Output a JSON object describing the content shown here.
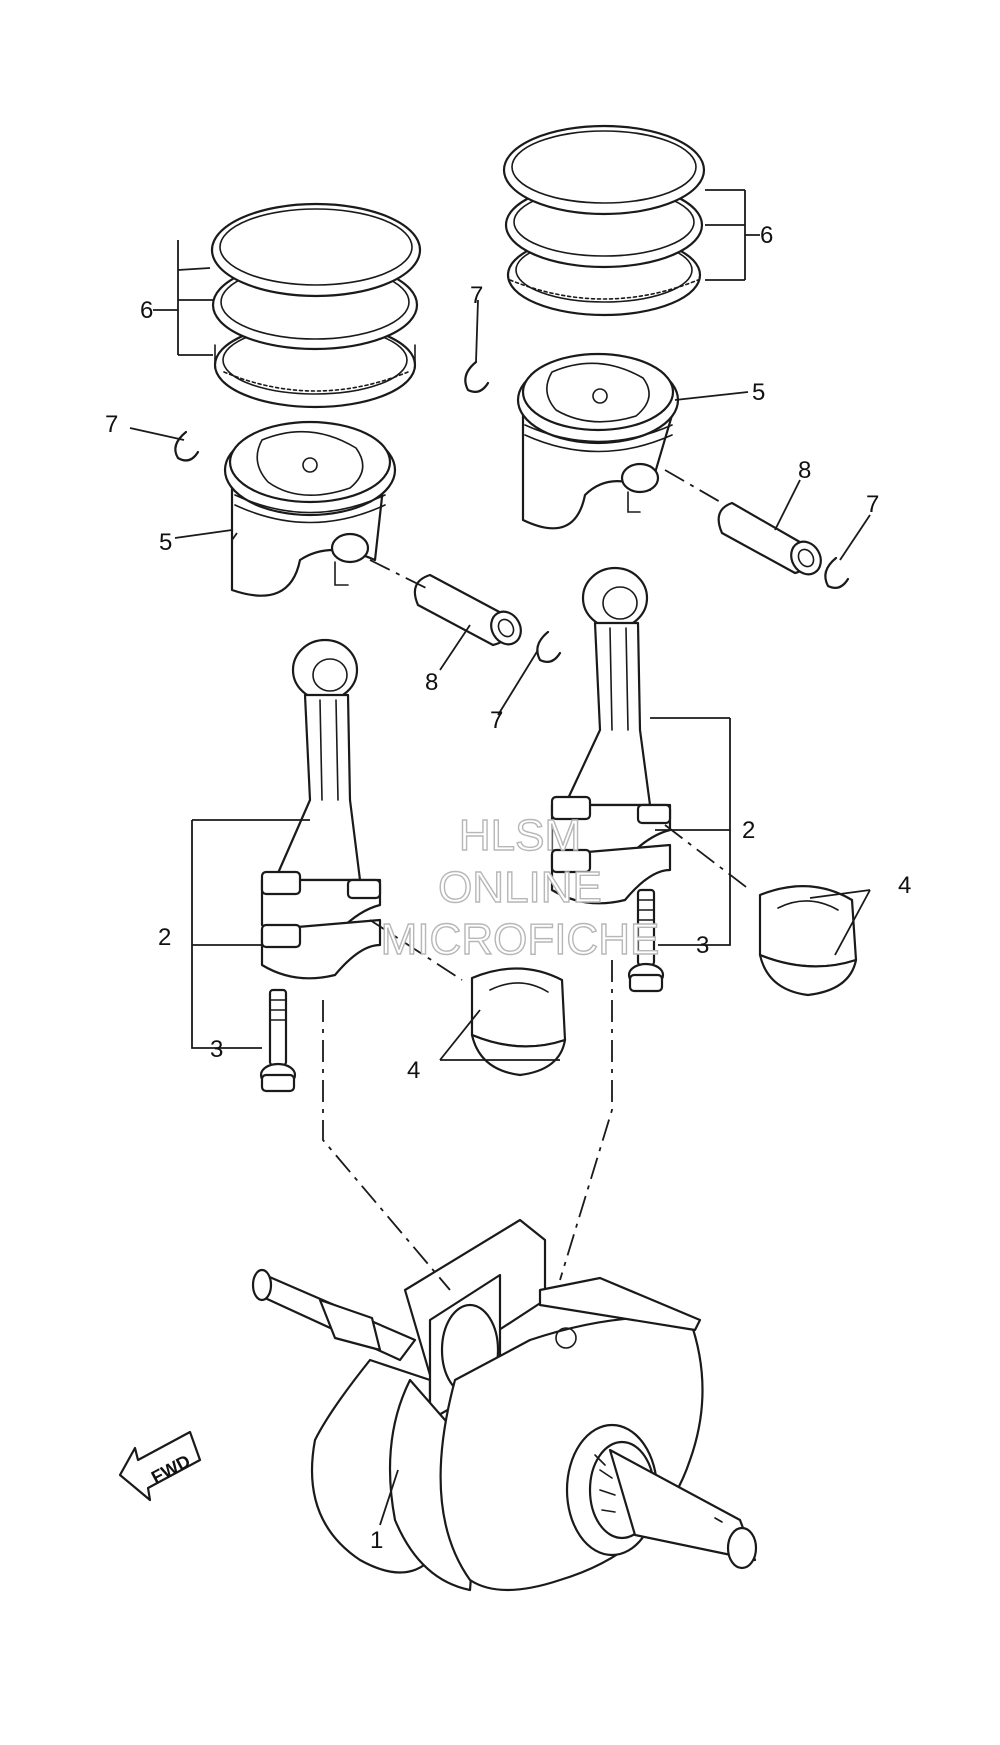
{
  "watermark": {
    "line1": "HLSM",
    "line2": "ONLINE",
    "line3": "MICROFICHE"
  },
  "fwd_label": "FWD",
  "callouts": [
    {
      "id": "c1",
      "label": "1"
    },
    {
      "id": "c2a",
      "label": "2"
    },
    {
      "id": "c2b",
      "label": "2"
    },
    {
      "id": "c3a",
      "label": "3"
    },
    {
      "id": "c3b",
      "label": "3"
    },
    {
      "id": "c4a",
      "label": "4"
    },
    {
      "id": "c4b",
      "label": "4"
    },
    {
      "id": "c5a",
      "label": "5"
    },
    {
      "id": "c5b",
      "label": "5"
    },
    {
      "id": "c6a",
      "label": "6"
    },
    {
      "id": "c6b",
      "label": "6"
    },
    {
      "id": "c7a",
      "label": "7"
    },
    {
      "id": "c7b",
      "label": "7"
    },
    {
      "id": "c7c",
      "label": "7"
    },
    {
      "id": "c7d",
      "label": "7"
    },
    {
      "id": "c8a",
      "label": "8"
    },
    {
      "id": "c8b",
      "label": "8"
    }
  ],
  "colors": {
    "line": "#1a1a1a",
    "watermark_outline": "#b7b7b7"
  }
}
